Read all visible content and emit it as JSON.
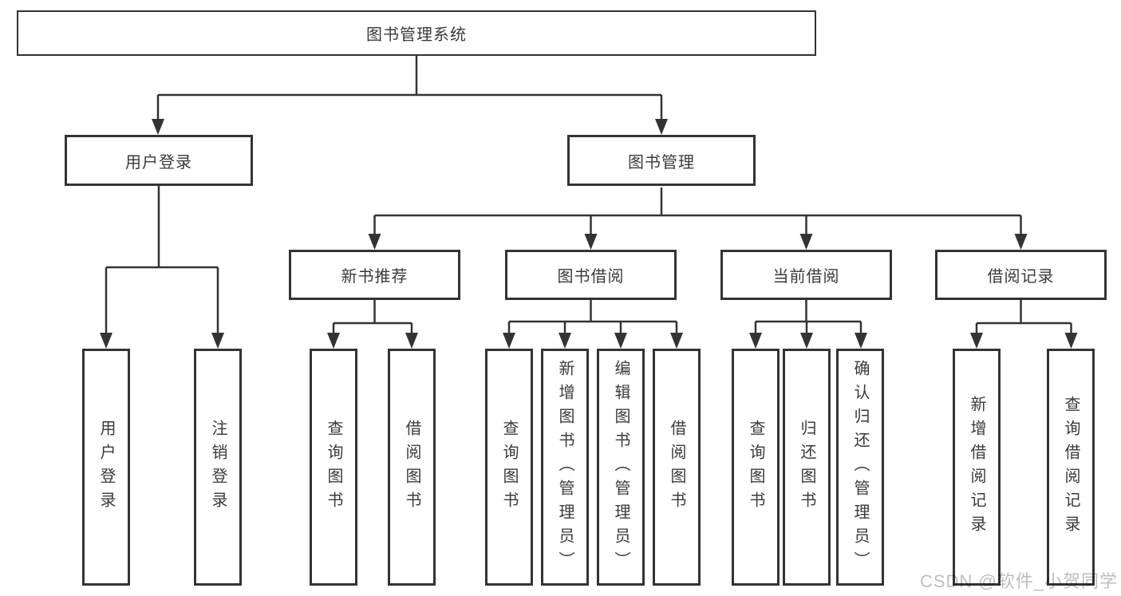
{
  "diagram": {
    "root": {
      "label": "图书管理系统"
    },
    "level2": [
      {
        "label": "用户登录"
      },
      {
        "label": "图书管理"
      }
    ],
    "level3": [
      {
        "label": "新书推荐"
      },
      {
        "label": "图书借阅"
      },
      {
        "label": "当前借阅"
      },
      {
        "label": "借阅记录"
      }
    ],
    "leaves": {
      "user_login": [
        {
          "label": "用户登录"
        },
        {
          "label": "注销登录"
        }
      ],
      "new_book": [
        {
          "label": "查询图书"
        },
        {
          "label": "借阅图书"
        }
      ],
      "borrow": [
        {
          "label": "查询图书"
        },
        {
          "label": "新增图书（管理员）"
        },
        {
          "label": "编辑图书（管理员）"
        },
        {
          "label": "借阅图书"
        }
      ],
      "current": [
        {
          "label": "查询图书"
        },
        {
          "label": "归还图书"
        },
        {
          "label": "确认归还（管理员）"
        }
      ],
      "records": [
        {
          "label": "新增借阅记录"
        },
        {
          "label": "查询借阅记录"
        }
      ]
    },
    "watermark": "CSDN @软件_小贺同学",
    "colors": {
      "line": "#333333",
      "box_border": "#333333",
      "text": "#3a3a3a",
      "watermark": "#bababa",
      "background": "#ffffff"
    }
  }
}
